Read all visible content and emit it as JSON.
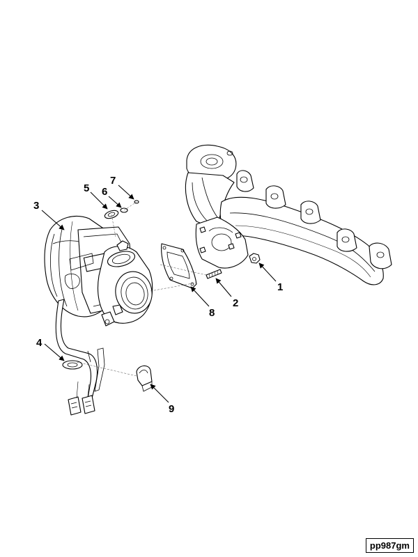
{
  "callouts": [
    {
      "id": "1",
      "label": "1"
    },
    {
      "id": "2",
      "label": "2"
    },
    {
      "id": "3",
      "label": "3"
    },
    {
      "id": "4",
      "label": "4"
    },
    {
      "id": "5",
      "label": "5"
    },
    {
      "id": "6",
      "label": "6"
    },
    {
      "id": "7",
      "label": "7"
    },
    {
      "id": "8",
      "label": "8"
    },
    {
      "id": "9",
      "label": "9"
    }
  ],
  "figure_code": "pp987gm"
}
